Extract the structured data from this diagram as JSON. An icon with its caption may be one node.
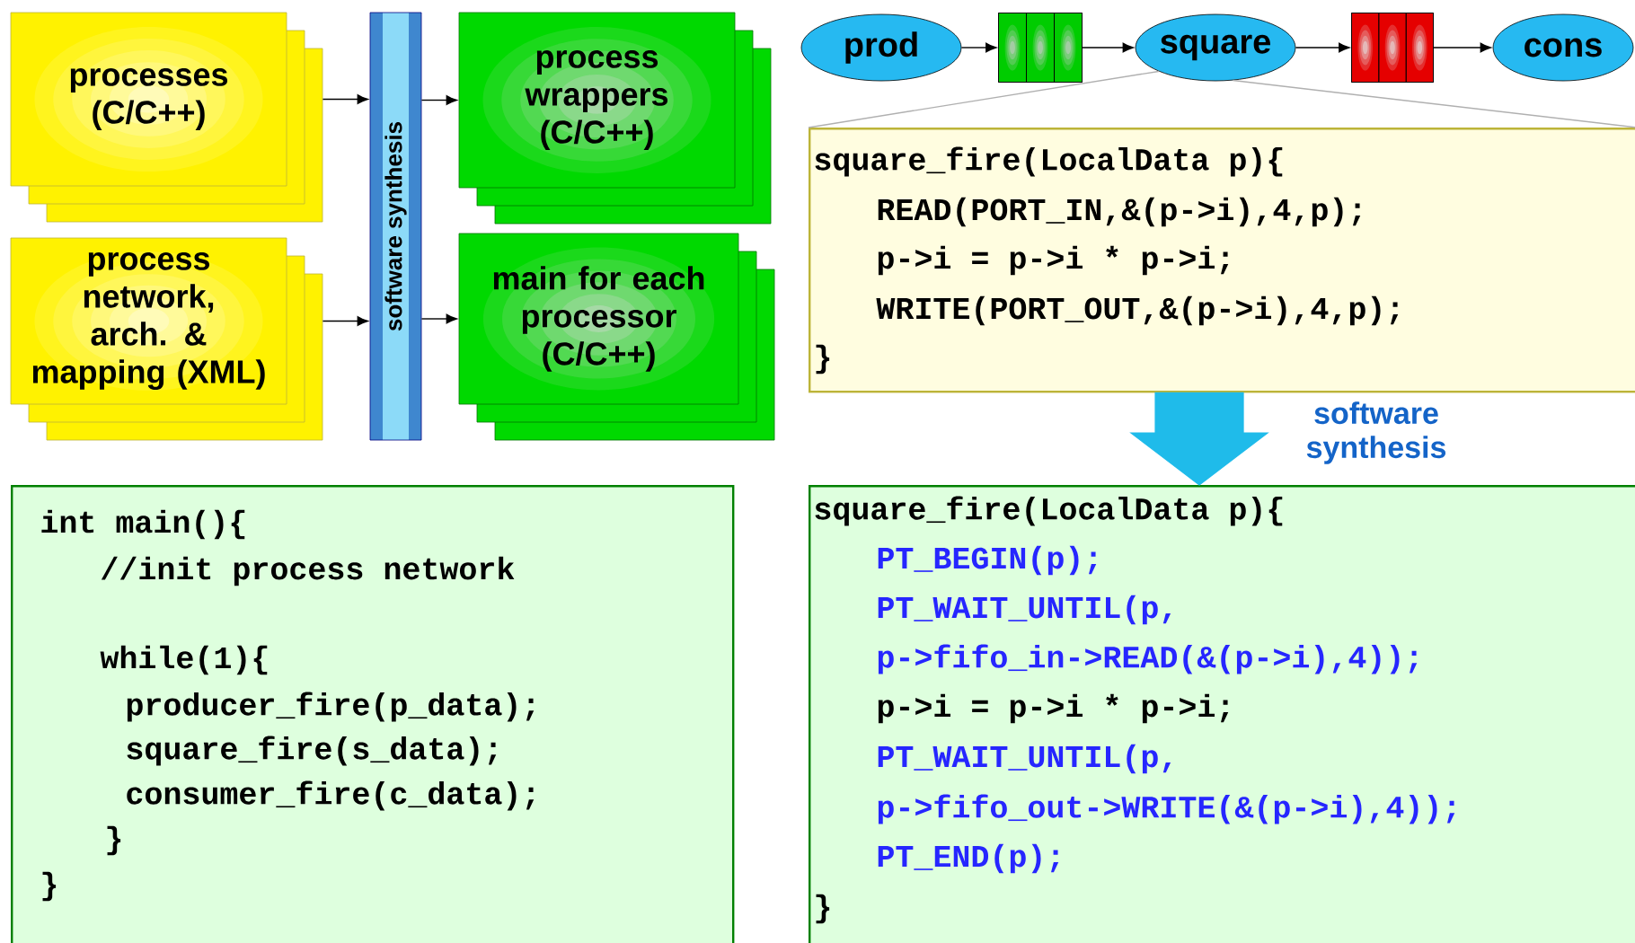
{
  "diagram": {
    "nodes": [
      {
        "text": [
          "processes (C/C++)"
        ]
      },
      {
        "text": [
          "process network, arch. & mapping (XML)"
        ]
      },
      {
        "text": [
          "software synthesis"
        ]
      },
      {
        "text": [
          "process wrappers (C/C++)"
        ]
      },
      {
        "text": [
          "main for each processor (C/C++)"
        ]
      },
      {
        "text": [
          "prod"
        ]
      },
      {
        "text": [],
        "shape": "box"
      },
      {
        "text": [
          "square"
        ]
      },
      {
        "text": [],
        "shape": "box"
      },
      {
        "text": [
          "cons"
        ]
      },
      {
        "text": [
          "square_fire(LocalData p){",
          "READ(PORT_IN,&(p->i),4,p);",
          "p->i = p->i * p->i;",
          "WRITE(PORT_OUT,&(p->i),4,p);",
          "}"
        ]
      },
      {
        "text": [
          "square_fire(LocalData p){",
          "PT_BEGIN(p);",
          "PT_WAIT_UNTIL(p,",
          "p->fifo_in->READ(&(p->i),4));",
          "p->i = p->i * p->i;",
          "PT_WAIT_UNTIL(p,",
          "p->fifo_out->WRITE(&(p->i),4));",
          "PT_END(p);",
          "}"
        ]
      },
      {
        "text": [
          "int main(){",
          "//init process network",
          "while(1){",
          "producer_fire(p_data);",
          "square_fire(s_data);",
          "consumer_fire(c_data);",
          "}",
          "}"
        ]
      }
    ],
    "edges": [
      {
        "from": 0,
        "to": 2,
        "arrow": "to"
      },
      {
        "from": 1,
        "to": 2,
        "arrow": "to"
      },
      {
        "from": 2,
        "to": 3,
        "arrow": "to"
      },
      {
        "from": 2,
        "to": 4,
        "arrow": "to"
      },
      {
        "from": 5,
        "to": 6,
        "arrow": "to"
      },
      {
        "from": 6,
        "to": 7,
        "arrow": "to"
      },
      {
        "from": 7,
        "to": 8,
        "arrow": "to"
      },
      {
        "from": 8,
        "to": 9,
        "arrow": "to"
      },
      {
        "from": 7,
        "to": 10,
        "arrow": "none",
        "color": "#b0b0b0"
      },
      {
        "from": 7,
        "to": 10,
        "arrow": "none",
        "color": "#b0b0b0"
      },
      {
        "from": 10,
        "to": 11,
        "arrow": "to",
        "style": "thick",
        "color": "#1fbbea",
        "label": "software synthesis"
      }
    ]
  }
}
